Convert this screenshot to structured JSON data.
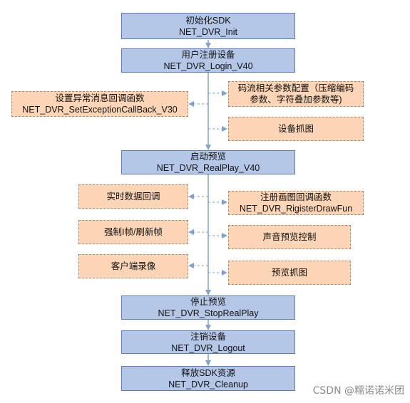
{
  "colors": {
    "main_fill": "#b4c7e7",
    "main_border": "#5a7fb8",
    "side_fill": "#fbd5b5",
    "side_border": "#b08a6a",
    "connector": "#7fa3d3"
  },
  "steps": {
    "init": {
      "title": "初始化SDK",
      "api": "NET_DVR_Init"
    },
    "login": {
      "title": "用户注册设备",
      "api": "NET_DVR_Login_V40"
    },
    "realplay": {
      "title": "启动预览",
      "api": "NET_DVR_RealPlay_V40"
    },
    "stop": {
      "title": "停止预览",
      "api": "NET_DVR_StopRealPlay"
    },
    "logout": {
      "title": "注销设备",
      "api": "NET_DVR_Logout"
    },
    "cleanup": {
      "title": "释放SDK资源",
      "api": "NET_DVR_Cleanup"
    }
  },
  "options": {
    "exception": {
      "title": "设置异常消息回调函数",
      "api": "NET_DVR_SetExceptionCallBack_V30"
    },
    "stream_config": {
      "line1": "码流相关参数配置（压缩编码",
      "line2": "参数、字符叠加参数等)"
    },
    "capture_device": {
      "title": "设备抓图"
    },
    "realtime_callback": {
      "title": "实时数据回调"
    },
    "draw_callback": {
      "title": "注册画图回调函数",
      "api": "NET_DVR_RigisterDrawFun"
    },
    "force_iframe": {
      "title": "强制I帧/刷新帧"
    },
    "audio_control": {
      "title": "声音预览控制"
    },
    "client_record": {
      "title": "客户端录像"
    },
    "preview_capture": {
      "title": "预览抓图"
    }
  },
  "watermark": "CSDN @糯诺诺米团"
}
